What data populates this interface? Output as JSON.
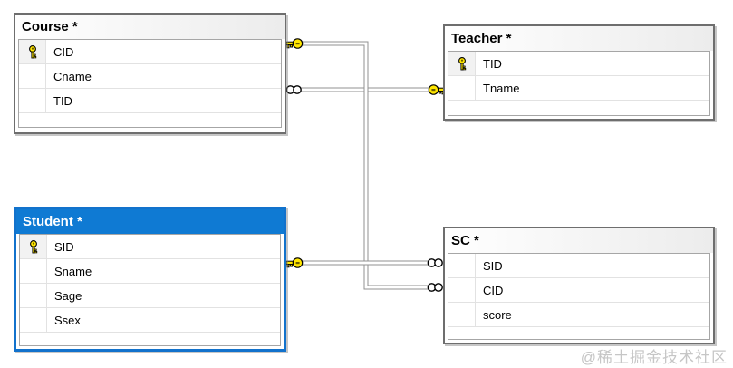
{
  "diagram": {
    "tables": {
      "course": {
        "title": "Course *",
        "selected": false,
        "pk_column": "CID",
        "columns": [
          "CID",
          "Cname",
          "TID"
        ]
      },
      "teacher": {
        "title": "Teacher *",
        "selected": false,
        "pk_column": "TID",
        "columns": [
          "TID",
          "Tname"
        ]
      },
      "student": {
        "title": "Student *",
        "selected": true,
        "pk_column": "SID",
        "columns": [
          "SID",
          "Sname",
          "Sage",
          "Ssex"
        ]
      },
      "sc": {
        "title": "SC *",
        "selected": false,
        "pk_column": null,
        "columns": [
          "SID",
          "CID",
          "score"
        ]
      }
    },
    "relationships": [
      {
        "one_side": "Teacher",
        "many_side": "Course",
        "description": "Course.TID references Teacher.TID"
      },
      {
        "one_side": "Course",
        "many_side": "SC",
        "description": "SC.CID references Course.CID"
      },
      {
        "one_side": "Student",
        "many_side": "SC",
        "description": "SC.SID references Student.SID"
      }
    ],
    "colors": {
      "selected_header": "#0f7ad3",
      "header_bg": "#ececec",
      "table_border": "#6e6e6e",
      "key_yellow": "#ffe600",
      "connector_gray": "#909090"
    },
    "watermark": "@稀土掘金技术社区"
  }
}
